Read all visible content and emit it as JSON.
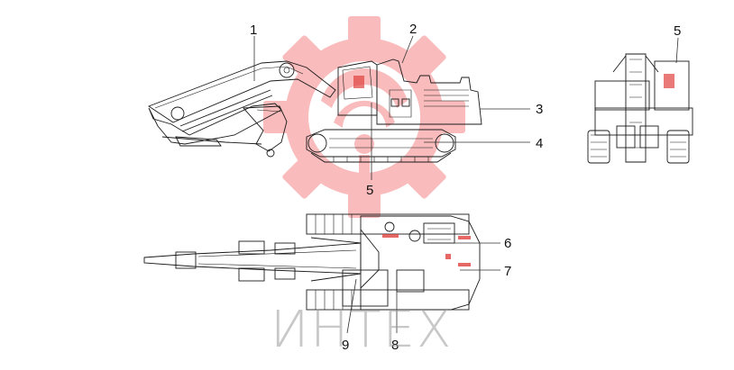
{
  "colors": {
    "watermark_gear": "#f26b6b",
    "watermark_text": "#9a9a9a",
    "line": "#1a1a1a",
    "marker_red": "#e0423e"
  },
  "watermark": {
    "logo": "gear-logo",
    "text": "ИНТЕХ"
  },
  "callouts": [
    {
      "id": "1",
      "label": "1"
    },
    {
      "id": "2",
      "label": "2"
    },
    {
      "id": "3",
      "label": "3"
    },
    {
      "id": "4",
      "label": "4"
    },
    {
      "id": "5a",
      "label": "5"
    },
    {
      "id": "5b",
      "label": "5"
    },
    {
      "id": "6",
      "label": "6"
    },
    {
      "id": "7",
      "label": "7"
    },
    {
      "id": "8",
      "label": "8"
    },
    {
      "id": "9",
      "label": "9"
    }
  ]
}
